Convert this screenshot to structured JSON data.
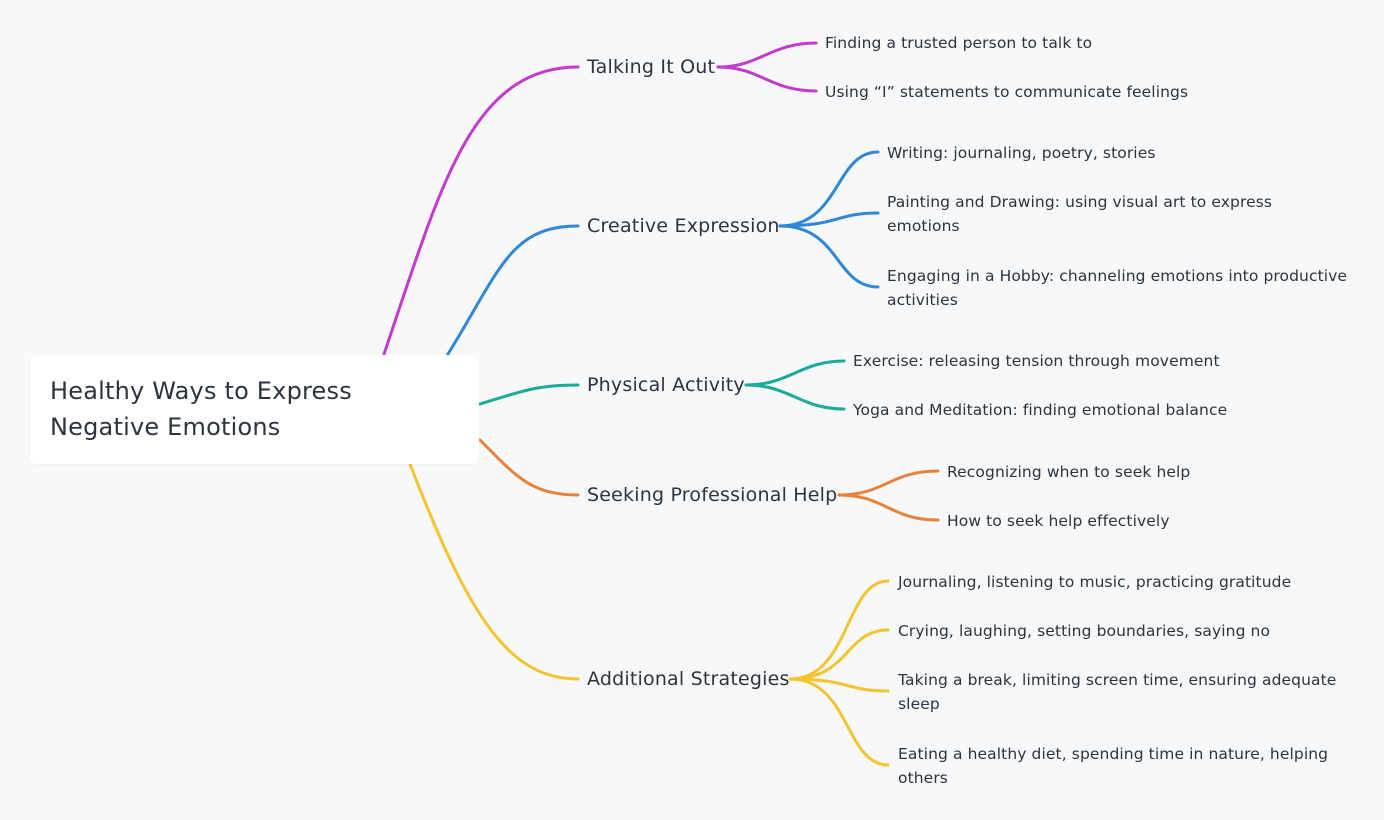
{
  "root": {
    "title": "Healthy Ways to Express Negative Emotions"
  },
  "colors": {
    "talking": "#c23bcd",
    "creative": "#2f87d6",
    "physical": "#1aab9b",
    "professional": "#e8823a",
    "additional": "#f4c430"
  },
  "branches": [
    {
      "label": "Talking It Out",
      "leaves": [
        "Finding a trusted person to talk to",
        "Using “I” statements to communicate feelings"
      ]
    },
    {
      "label": "Creative Expression",
      "leaves": [
        "Writing: journaling, poetry, stories",
        "Painting and Drawing: using visual art to express emotions",
        "Engaging in a Hobby: channeling emotions into productive activities"
      ]
    },
    {
      "label": "Physical Activity",
      "leaves": [
        "Exercise: releasing tension through movement",
        "Yoga and Meditation: finding emotional balance"
      ]
    },
    {
      "label": "Seeking Professional Help",
      "leaves": [
        "Recognizing when to seek help",
        "How to seek help effectively"
      ]
    },
    {
      "label": "Additional Strategies",
      "leaves": [
        "Journaling, listening to music, practicing gratitude",
        "Crying, laughing, setting boundaries, saying no",
        "Taking a break, limiting screen time, ensuring adequate sleep",
        "Eating a healthy diet, spending time in nature, helping others"
      ]
    }
  ]
}
